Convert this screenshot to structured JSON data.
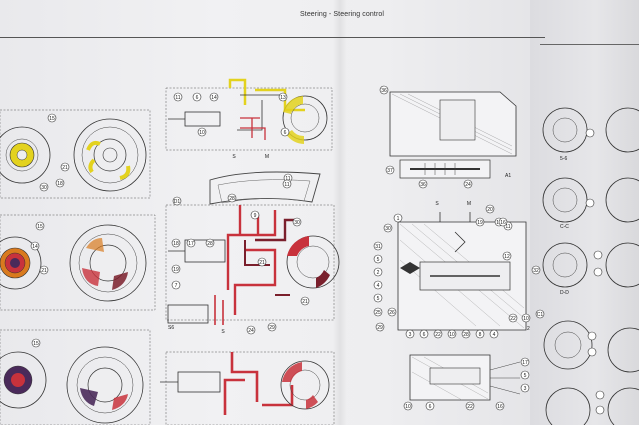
{
  "page": {
    "title": "Steering - Steering control"
  },
  "colors": {
    "paper": "#eeeef0",
    "ink": "#333333",
    "yellow": "#e3d21e",
    "red": "#c8323c",
    "dark_red": "#7a1f2c",
    "orange": "#d97a1e",
    "purple": "#4a2a5a"
  },
  "callouts": {
    "left_top": [
      "15",
      "21",
      "18",
      "30"
    ],
    "left_mid": [
      "15",
      "14",
      "21"
    ],
    "left_bottom": [
      "15"
    ],
    "center_top": [
      "11",
      "6",
      "14",
      "13",
      "6",
      "10",
      "S",
      "M"
    ],
    "center_mid": [
      "D1",
      "11",
      "28",
      "9",
      "30",
      "18",
      "17",
      "28",
      "21",
      "19",
      "21",
      "7",
      "24",
      "29",
      "S",
      "S6",
      "11"
    ],
    "right_top": [
      "36",
      "37",
      "36",
      "24",
      "A1"
    ],
    "right_mid": [
      "1",
      "S",
      "M",
      "20",
      "14",
      "31",
      "5",
      "2",
      "4",
      "30",
      "11",
      "32",
      "5",
      "25",
      "26",
      "29",
      "C1",
      "12",
      "10",
      "22",
      "3",
      "6",
      "22",
      "10",
      "28",
      "8",
      "4",
      "16",
      "19",
      "2"
    ],
    "right_bottom": [
      "17",
      "5",
      "3",
      "10",
      "6",
      "22",
      "16"
    ],
    "far_right": [
      "5-6",
      "C-C",
      "D-D"
    ]
  }
}
